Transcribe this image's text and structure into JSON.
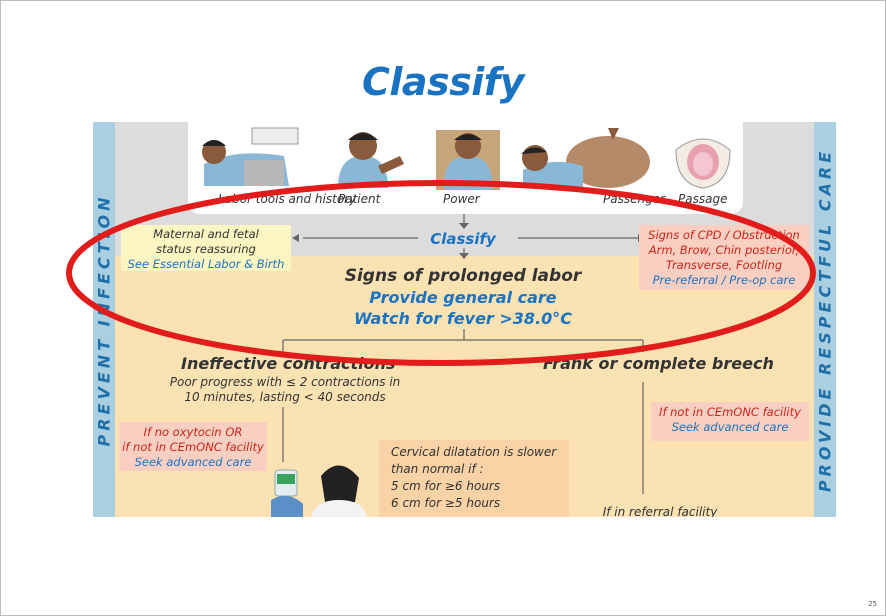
{
  "slide": {
    "title": "Classify",
    "page_number": "25"
  },
  "sidebars": {
    "left": "PREVENT INFECTION",
    "right": "PROVIDE RESPECTFUL CARE"
  },
  "assess_figures": [
    {
      "label": "Labor tools and history"
    },
    {
      "label": "Patient"
    },
    {
      "label": "Power"
    },
    {
      "label": "Passenger"
    },
    {
      "label": "Passage"
    }
  ],
  "classify_label": "Classify",
  "left_box": {
    "line1": "Maternal and fetal",
    "line2": "status reassuring",
    "link": "See Essential Labor & Birth"
  },
  "right_box": {
    "line1": "Signs of CPD / Obstruction",
    "line2": "Arm, Brow, Chin posterior,",
    "line3": "Transverse, Footling",
    "link": "Pre-referral / Pre-op care"
  },
  "center": {
    "line1": "Signs of prolonged labor",
    "line2": "Provide general care",
    "line3": "Watch for fever >38.0°C"
  },
  "branches": {
    "left_heading": "Ineffective contractions",
    "left_sub1": "Poor progress with ≤ 2 contractions in",
    "left_sub2": "10 minutes, lasting < 40 seconds",
    "right_heading": "Frank or complete breech"
  },
  "oxytocin_box": {
    "line1": "If no oxytocin OR",
    "line2": "if not in CEmONC facility",
    "line3": "Seek advanced care"
  },
  "cemonc_box": {
    "line1": "If not in CEmONC facility",
    "line2": "Seek advanced care"
  },
  "dilatation_box": {
    "line1": "Cervical dilatation is slower",
    "line2": "than normal if :",
    "line3": "5 cm for ≥6 hours",
    "line4": "6 cm for ≥5 hours"
  },
  "referral_text": "If in referral facility",
  "colors": {
    "title_blue": "#1a73c2",
    "alert_red": "#d0241b",
    "ellipse_red": "#e21b1b",
    "sidebar_blue": "#aacfe0",
    "chart_bg": "#fbe2b2"
  }
}
